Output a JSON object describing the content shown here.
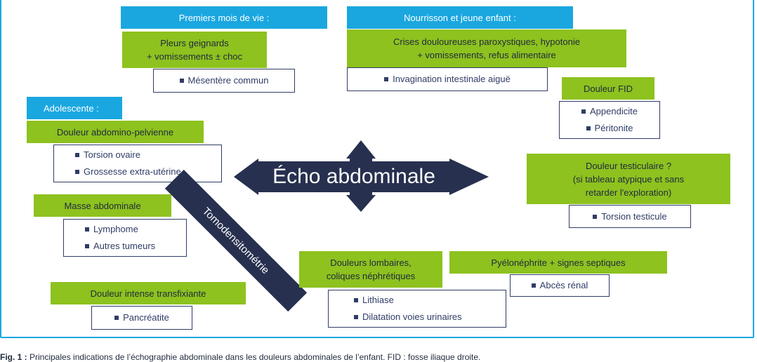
{
  "center_title": "Écho abdominale",
  "diagonal_label": "Tomodensitométrie",
  "headers": {
    "premiers_mois": "Premiers mois de vie :",
    "nourrisson": "Nourrisson et jeune enfant :",
    "adolescente": "Adolescente :"
  },
  "groups": {
    "pleurs": {
      "label": "Pleurs geignards\n+ vomissements ± choc",
      "items": [
        "Mésentère commun"
      ]
    },
    "crises": {
      "label": "Crises douloureuses paroxystiques, hypotonie\n+ vomissements, refus alimentaire",
      "items": [
        "Invagination intestinale aiguë"
      ]
    },
    "fid": {
      "label": "Douleur FID",
      "items": [
        "Appendicite",
        "Péritonite"
      ]
    },
    "abdopelvienne": {
      "label": "Douleur abdomino-pelvienne",
      "items": [
        "Torsion ovaire",
        "Grossesse extra-utérine"
      ]
    },
    "testiculaire": {
      "label": "Douleur testiculaire ?\n(si tableau atypique et sans\nretarder l'exploration)",
      "items": [
        "Torsion testicule"
      ]
    },
    "masse": {
      "label": "Masse abdominale",
      "items": [
        "Lymphome",
        "Autres tumeurs"
      ]
    },
    "lombaires": {
      "label": "Douleurs lombaires,\ncoliques néphrétiques",
      "items": [
        "Lithiase",
        "Dilatation voies urinaires"
      ]
    },
    "pyelo": {
      "label": "Pyélonéphrite + signes septiques",
      "items": [
        "Abcès rénal"
      ]
    },
    "transfixiante": {
      "label": "Douleur intense transfixiante",
      "items": [
        "Pancréatite"
      ]
    }
  },
  "caption": {
    "prefix": "Fig. 1 :",
    "text": " Principales indications de l’échographie abdominale dans les douleurs abdominales de l’enfant. FID : fosse iliaque droite."
  },
  "colors": {
    "blue": "#1aa7e0",
    "green": "#8dc21f",
    "navy": "#27304f"
  }
}
